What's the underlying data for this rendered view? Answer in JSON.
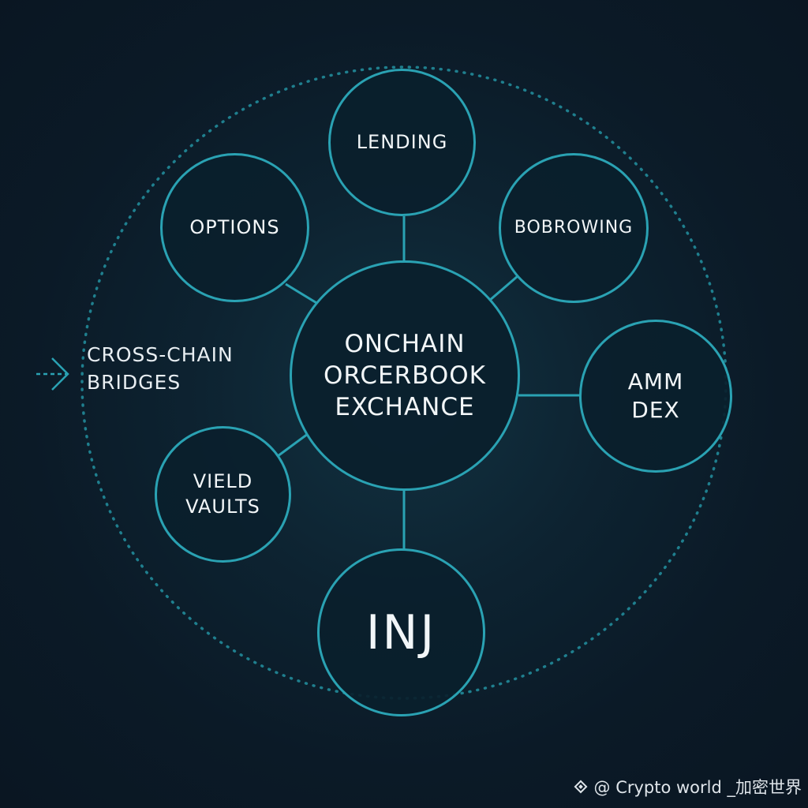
{
  "diagram": {
    "nodes": {
      "lending": "LENDING",
      "options": "OPTIONS",
      "borrowing": "BOBROWING",
      "center": "ONCHAIN\nORCERBOOK\nEXCHANCE",
      "amm": "AMM\nDEX",
      "yield": "VIELD\nVAULTS",
      "inj": "INJ"
    },
    "side_label": "CROSS-CHAIN\nBRIDGES",
    "colors": {
      "background": "#0b1a26",
      "node_stroke": "#2aa2b3",
      "dots": "#1f7f8e",
      "text": "#f2f6f8"
    }
  },
  "watermark": {
    "icon": "binance-diamond-icon",
    "text": "@ Crypto world _加密世界"
  }
}
